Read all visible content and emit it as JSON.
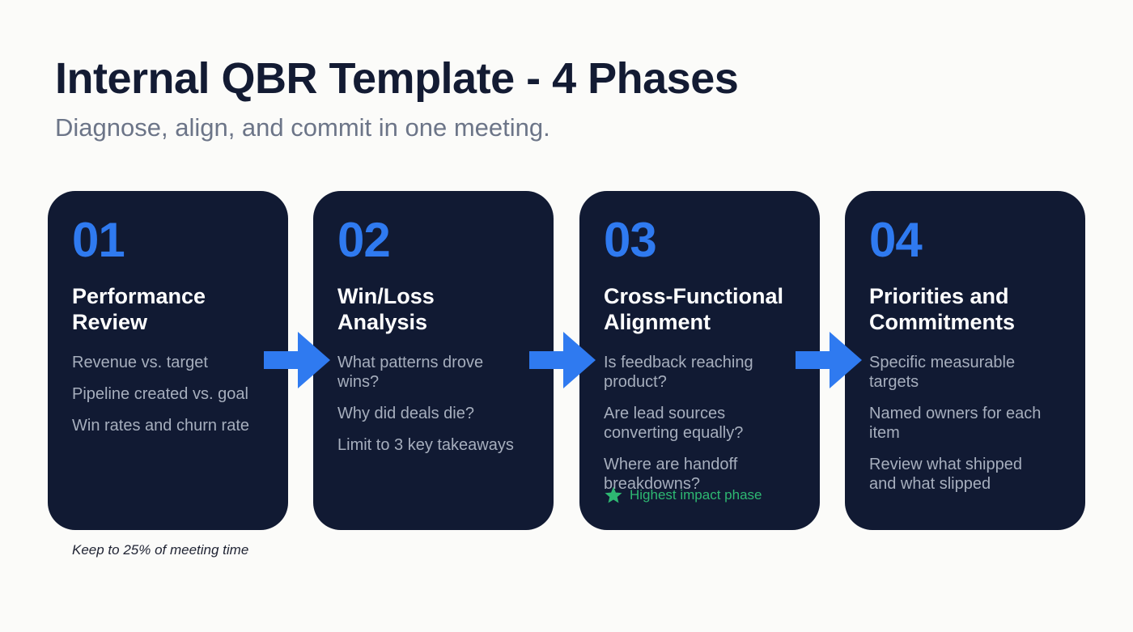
{
  "header": {
    "title": "Internal QBR Template - 4 Phases",
    "subtitle": "Diagnose, align, and commit in one meeting."
  },
  "colors": {
    "card_background": "#111a33",
    "accent_blue": "#2f7af0",
    "highlight_green": "#2eb872",
    "page_background": "#fbfbf9"
  },
  "phases": [
    {
      "number": "01",
      "title": "Performance Review",
      "items": [
        "Revenue vs. target",
        "Pipeline created vs. goal",
        "Win rates and churn rate"
      ]
    },
    {
      "number": "02",
      "title": "Win/Loss Analysis",
      "items": [
        "What patterns drove wins?",
        "Why did deals die?",
        "Limit to 3 key takeaways"
      ]
    },
    {
      "number": "03",
      "title": "Cross-Functional Alignment",
      "items": [
        "Is feedback reaching product?",
        "Are lead sources converting equally?",
        "Where are handoff breakdowns?"
      ],
      "note": "Highest impact phase",
      "note_icon": "star-icon"
    },
    {
      "number": "04",
      "title": "Priorities and Commitments",
      "items": [
        "Specific measurable targets",
        "Named owners for each item",
        "Review what shipped and what slipped"
      ]
    }
  ],
  "footnote": "Keep to 25% of meeting time"
}
